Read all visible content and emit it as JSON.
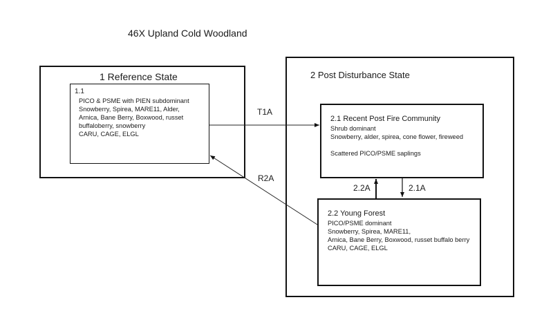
{
  "diagram": {
    "title": "46X Upland Cold Woodland",
    "states": [
      {
        "id": "1",
        "label": "1 Reference State",
        "communities": [
          {
            "id": "1.1",
            "label": "1.1",
            "lines": [
              "PICO & PSME with PIEN subdominant",
              "Snowberry, Spirea, MARE11, Alder,",
              "Arnica, Bane Berry, Boxwood, russet",
              "buffaloberry, snowberry",
              "CARU, CAGE, ELGL"
            ]
          }
        ]
      },
      {
        "id": "2",
        "label": "2 Post Disturbance State",
        "communities": [
          {
            "id": "2.1",
            "label": "2.1 Recent Post Fire Community",
            "lines": [
              "Shrub dominant",
              "Snowberry, alder, spirea, cone flower, fireweed",
              "",
              "Scattered PICO/PSME saplings"
            ]
          },
          {
            "id": "2.2",
            "label": "2.2 Young Forest",
            "lines": [
              "PICO/PSME dominant",
              "Snowberry, Spirea, MARE11,",
              "Arnica, Bane Berry, Boxwood, russet buffalo berry",
              "CARU, CAGE, ELGL"
            ]
          }
        ]
      }
    ],
    "transitions": [
      {
        "id": "T1A",
        "label": "T1A",
        "from": "1.1",
        "to": "2.1"
      },
      {
        "id": "R2A",
        "label": "R2A",
        "from": "2.2",
        "to": "1.1"
      },
      {
        "id": "2.2A",
        "label": "2.2A",
        "from": "2.2",
        "to": "2.1"
      },
      {
        "id": "2.1A",
        "label": "2.1A",
        "from": "2.1",
        "to": "2.2"
      }
    ]
  }
}
